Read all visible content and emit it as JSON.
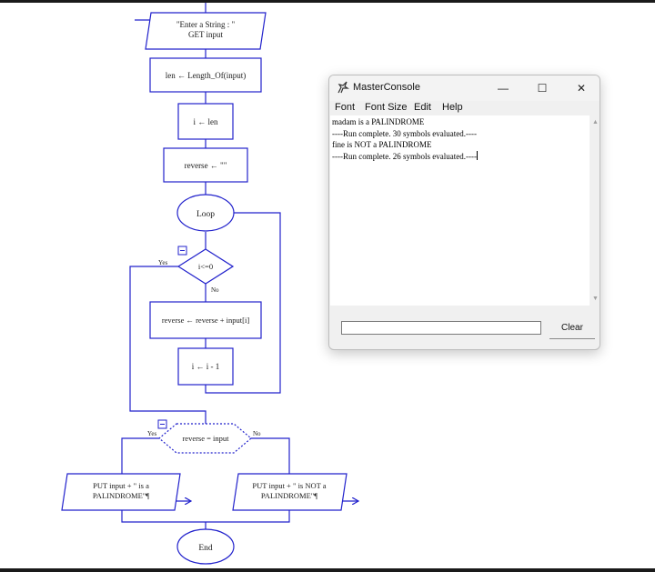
{
  "flowchart": {
    "input_line1": "\"Enter a String : \"",
    "input_line2": "GET input",
    "len_assign": "len ← Length_Of(input)",
    "i_assign": "i ← len",
    "reverse_assign": "reverse ← \"\"",
    "loop_label": "Loop",
    "loop_condition": "i<=0",
    "yes_label": "Yes",
    "no_label": "No",
    "reverse_update": "reverse ← reverse + input[i]",
    "decrement": "i ← i - 1",
    "compare_condition": "reverse = input",
    "yes_label_2": "Yes",
    "no_label_2": "No",
    "output_pal_line1": "PUT input + \" is a",
    "output_pal_line2": "PALINDROME\"¶",
    "output_notpal_line1": "PUT input + \" is NOT a",
    "output_notpal_line2": "PALINDROME\"¶",
    "end_label": "End",
    "line_color": "#2222cc"
  },
  "console": {
    "title": "MasterConsole",
    "minimize_glyph": "—",
    "maximize_glyph": "☐",
    "close_glyph": "✕",
    "menu": [
      "Font",
      "Font Size",
      "Edit",
      "Help"
    ],
    "output_lines": [
      "madam is a PALINDROME",
      "----Run complete.  30 symbols evaluated.----",
      "fine is NOT a PALINDROME",
      "----Run complete.  26 symbols evaluated.----"
    ],
    "input_value": "",
    "clear_label": "Clear"
  }
}
